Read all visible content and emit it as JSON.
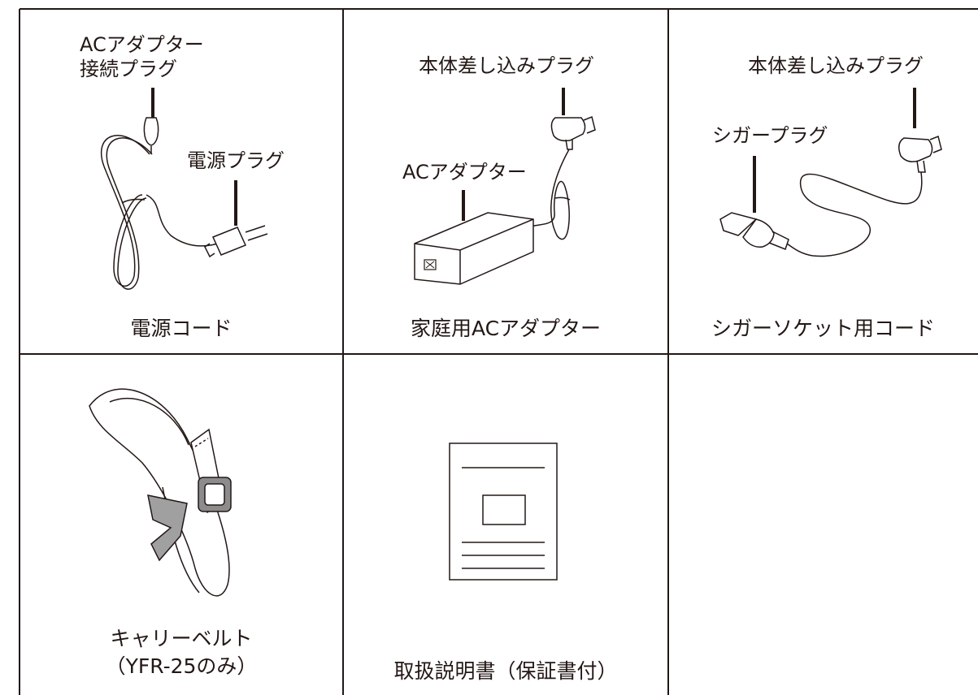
{
  "cells": [
    {
      "caption": [
        "電源コード"
      ],
      "labels": {
        "connector": [
          "ACアダプター",
          "接続プラグ"
        ],
        "power_plug": "電源プラグ"
      }
    },
    {
      "caption": [
        "家庭用ACアダプター"
      ],
      "labels": {
        "body_plug": "本体差し込みプラグ",
        "adapter": "ACアダプター"
      }
    },
    {
      "caption": [
        "シガーソケット用コード"
      ],
      "labels": {
        "body_plug": "本体差し込みプラグ",
        "cigar_plug": "シガープラグ"
      }
    },
    {
      "caption": [
        "キャリーベルト",
        "（YFR-25のみ）"
      ],
      "labels": {}
    },
    {
      "caption": [
        "取扱説明書（保証書付）"
      ],
      "labels": {}
    },
    {
      "caption": [],
      "labels": {}
    }
  ]
}
